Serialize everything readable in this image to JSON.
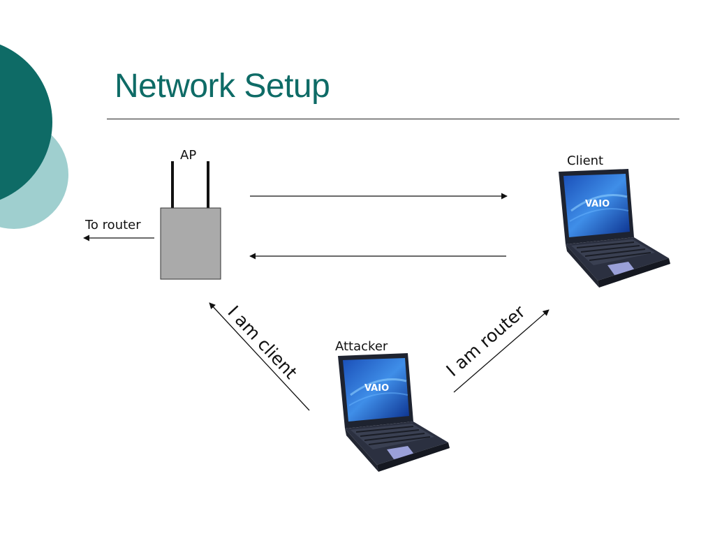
{
  "slide": {
    "title": "Network Setup"
  },
  "diagram": {
    "ap_label": "AP",
    "router_label": "To router",
    "client_label": "Client",
    "attacker_label": "Attacker",
    "attacker_to_ap_label": "I am client",
    "attacker_to_client_label": "I am router",
    "laptop_brand": "VAIO"
  },
  "colors": {
    "title": "#0e6b66",
    "circle_dark": "#0e6b66",
    "circle_light": "#9fcfcf",
    "ap_box": "#aaaaaa"
  }
}
